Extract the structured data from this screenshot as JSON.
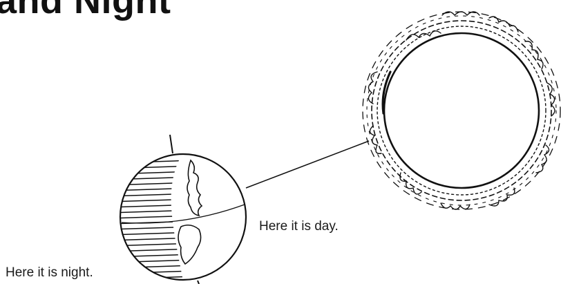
{
  "title": "and Night",
  "labels": {
    "day": "Here it is day.",
    "night": "Here it is night."
  },
  "colors": {
    "ink": "#111111",
    "background": "#ffffff"
  },
  "icons": {
    "sun": "sun-icon",
    "earth": "earth-globe-icon"
  }
}
